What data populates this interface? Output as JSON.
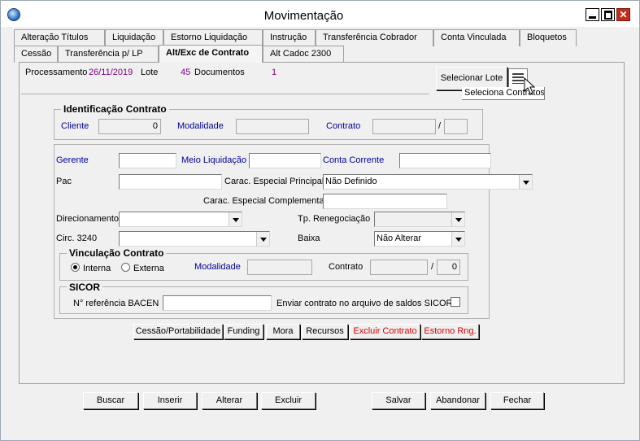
{
  "window": {
    "title": "Movimentação"
  },
  "tabs_row1": [
    "Alteração Títulos",
    "Liquidação",
    "Estorno Liquidação",
    "Instrução",
    "Transferência Cobrador",
    "Conta Vinculada",
    "Bloquetos"
  ],
  "tabs_row2": [
    "Cessão",
    "Transferência p/ LP",
    "Alt/Exc de Contrato",
    "Alt Cadoc 2300"
  ],
  "header": {
    "processamento_label": "Processamento",
    "processamento_value": "26/11/2019",
    "lote_label": "Lote",
    "lote_value": "45",
    "documentos_label": "Documentos",
    "documentos_value": "1",
    "selecionar_lote": "Selecionar Lote",
    "tooltip": "Seleciona Contratos"
  },
  "identificacao": {
    "title": "Identificação Contrato",
    "cliente_label": "Cliente",
    "cliente_value": "0",
    "modalidade_label": "Modalidade",
    "contrato_label": "Contrato",
    "slash": "/"
  },
  "form": {
    "gerente_label": "Gerente",
    "meio_liquidacao_label": "Meio Liquidação",
    "conta_corrente_label": "Conta Corrente",
    "pac_label": "Pac",
    "carac_principal_label": "Carac. Especial Principal",
    "carac_principal_value": "Não Definido",
    "carac_complementar_label": "Carac. Especial Complementar",
    "direcionamento_label": "Direcionamento",
    "tp_renegociacao_label": "Tp. Renegociação",
    "circ_label": "Circ. 3240",
    "baixa_label": "Baixa",
    "baixa_value": "Não Alterar"
  },
  "vinculacao": {
    "title": "Vinculação Contrato",
    "interna": "Interna",
    "externa": "Externa",
    "modalidade_label": "Modalidade",
    "contrato_label": "Contrato",
    "slash": "/",
    "contrato_suffix": "0"
  },
  "sicor": {
    "title": "SICOR",
    "referencia_label": "N° referência BACEN",
    "enviar_label": "Enviar contrato no arquivo de saldos SICOR"
  },
  "action_buttons": {
    "cessao": "Cessão/Portabilidade",
    "funding": "Funding",
    "mora": "Mora",
    "recursos": "Recursos",
    "excluir_contrato": "Excluir Contrato",
    "estorno_rng": "Estorno Rng."
  },
  "bottom_buttons": {
    "buscar": "Buscar",
    "inserir": "Inserir",
    "alterar": "Alterar",
    "excluir": "Excluir",
    "salvar": "Salvar",
    "abandonar": "Abandonar",
    "fechar": "Fechar"
  },
  "colors": {
    "label_blue": "#000099",
    "value_purple": "#800080",
    "danger_red": "#e00000",
    "close_red": "#c42b1c"
  },
  "icons": [
    "app-globe-icon",
    "minimize-icon",
    "maximize-icon",
    "close-icon",
    "list-icon",
    "mouse-cursor-icon"
  ]
}
